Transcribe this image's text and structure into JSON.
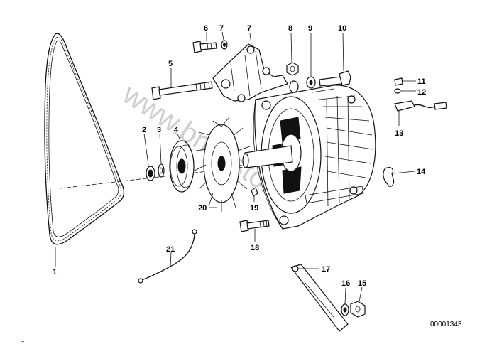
{
  "watermark": "www.bmwstore.pl",
  "reference_number": "00001343",
  "corner_mark": "=",
  "callouts": [
    {
      "id": "c1",
      "label": "1"
    },
    {
      "id": "c2",
      "label": "2"
    },
    {
      "id": "c3",
      "label": "3"
    },
    {
      "id": "c4",
      "label": "4"
    },
    {
      "id": "c5",
      "label": "5"
    },
    {
      "id": "c6",
      "label": "6"
    },
    {
      "id": "c7a",
      "label": "7"
    },
    {
      "id": "c7b",
      "label": "7"
    },
    {
      "id": "c8",
      "label": "8"
    },
    {
      "id": "c9",
      "label": "9"
    },
    {
      "id": "c10",
      "label": "10"
    },
    {
      "id": "c11",
      "label": "11"
    },
    {
      "id": "c12",
      "label": "12"
    },
    {
      "id": "c13",
      "label": "13"
    },
    {
      "id": "c14",
      "label": "14"
    },
    {
      "id": "c15",
      "label": "15"
    },
    {
      "id": "c16",
      "label": "16"
    },
    {
      "id": "c17",
      "label": "17"
    },
    {
      "id": "c18",
      "label": "18"
    },
    {
      "id": "c19",
      "label": "19"
    },
    {
      "id": "c20",
      "label": "20"
    },
    {
      "id": "c21",
      "label": "21"
    }
  ]
}
